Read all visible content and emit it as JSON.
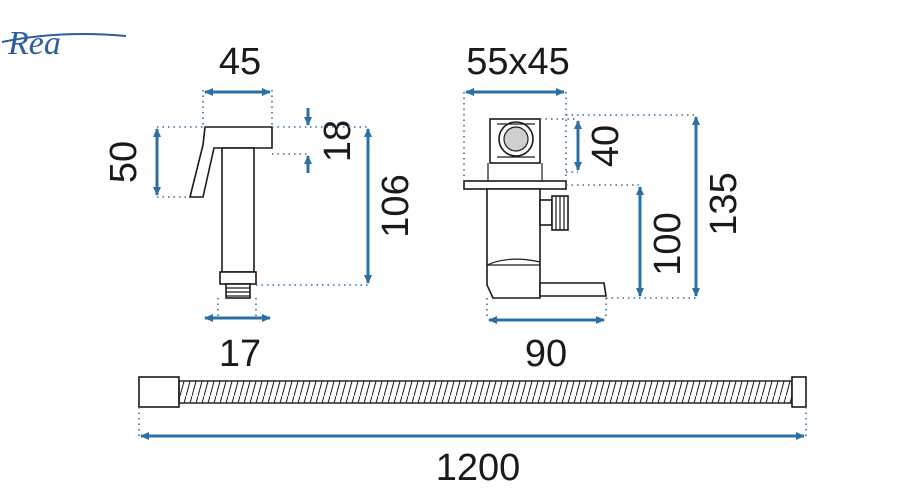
{
  "brand": {
    "logo_text": "Rea"
  },
  "dimensions": {
    "spray_top_width": "45",
    "spray_head_height": "50",
    "spray_head_thickness": "18",
    "spray_total_height": "106",
    "spray_thread": "17",
    "holder_plate": "55x45",
    "holder_hook": "40",
    "holder_outlet": "100",
    "holder_total": "135",
    "holder_depth": "90",
    "hose_length": "1200"
  },
  "colors": {
    "dimension_line": "#2e6fa3",
    "logo": "#2f5e9e",
    "drawing": "#1a1a1a"
  }
}
